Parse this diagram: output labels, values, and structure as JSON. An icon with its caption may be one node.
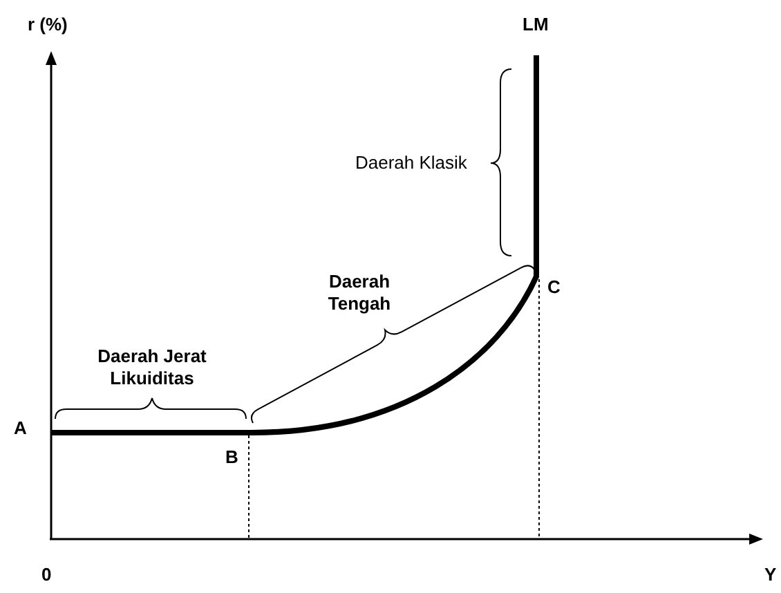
{
  "diagram": {
    "labels": [
      "r (%)",
      "LM",
      "Daerah Klasik",
      "Daerah Tengah",
      "C",
      "Daerah Jerat Likuiditas",
      "A",
      "B",
      "0",
      "Y"
    ]
  }
}
